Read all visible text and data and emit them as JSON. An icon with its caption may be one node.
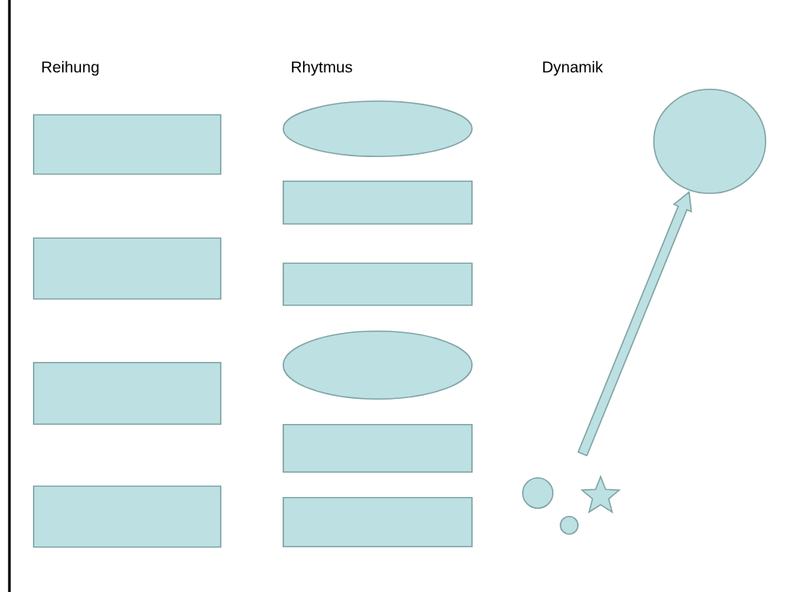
{
  "diagram": {
    "nodes": [
      {
        "text": [],
        "shape": "box"
      },
      {
        "text": [],
        "shape": "box"
      },
      {
        "text": [],
        "shape": "box"
      },
      {
        "text": [],
        "shape": "box"
      },
      {
        "text": [],
        "shape": "ellipse"
      },
      {
        "text": [],
        "shape": "box"
      },
      {
        "text": [],
        "shape": "box"
      },
      {
        "text": [],
        "shape": "ellipse"
      },
      {
        "text": [],
        "shape": "box"
      },
      {
        "text": [],
        "shape": "box"
      },
      {
        "text": [],
        "shape": "circle"
      },
      {
        "text": [],
        "shape": "circle"
      },
      {
        "text": [],
        "shape": "circle"
      },
      {
        "text": [],
        "shape": "star"
      }
    ],
    "edges": [
      {
        "from": null,
        "to": 10,
        "arrow": "to"
      }
    ],
    "labels": [
      "Reihung",
      "Rhytmus",
      "Dynamik"
    ]
  }
}
